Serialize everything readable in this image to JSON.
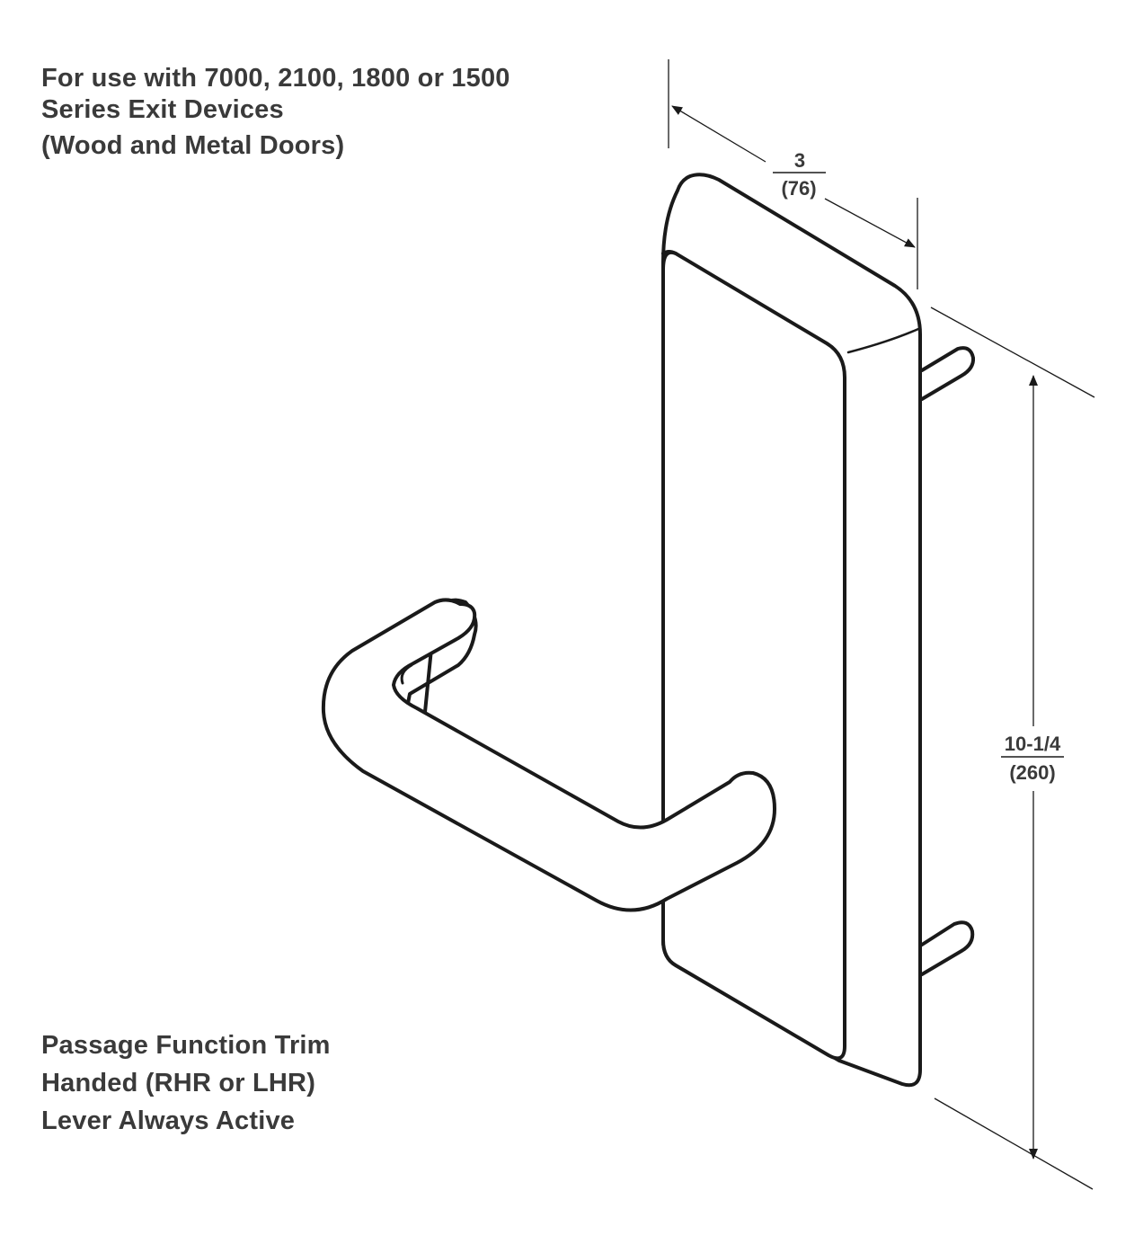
{
  "header": {
    "line1": "For use with 7000, 2100, 1800 or 1500",
    "line2": "Series Exit Devices",
    "line3": "(Wood and Metal Doors)"
  },
  "function": {
    "line1": "Passage Function Trim",
    "line2": "Handed (RHR or LHR)",
    "line3": "Lever Always Active"
  },
  "dimensions": {
    "width": {
      "inches": "3",
      "mm": "(76)"
    },
    "height": {
      "inches": "10-1/4",
      "mm": "(260)"
    }
  },
  "colors": {
    "ink": "#1a1a1a",
    "text": "#3a3a3a"
  }
}
